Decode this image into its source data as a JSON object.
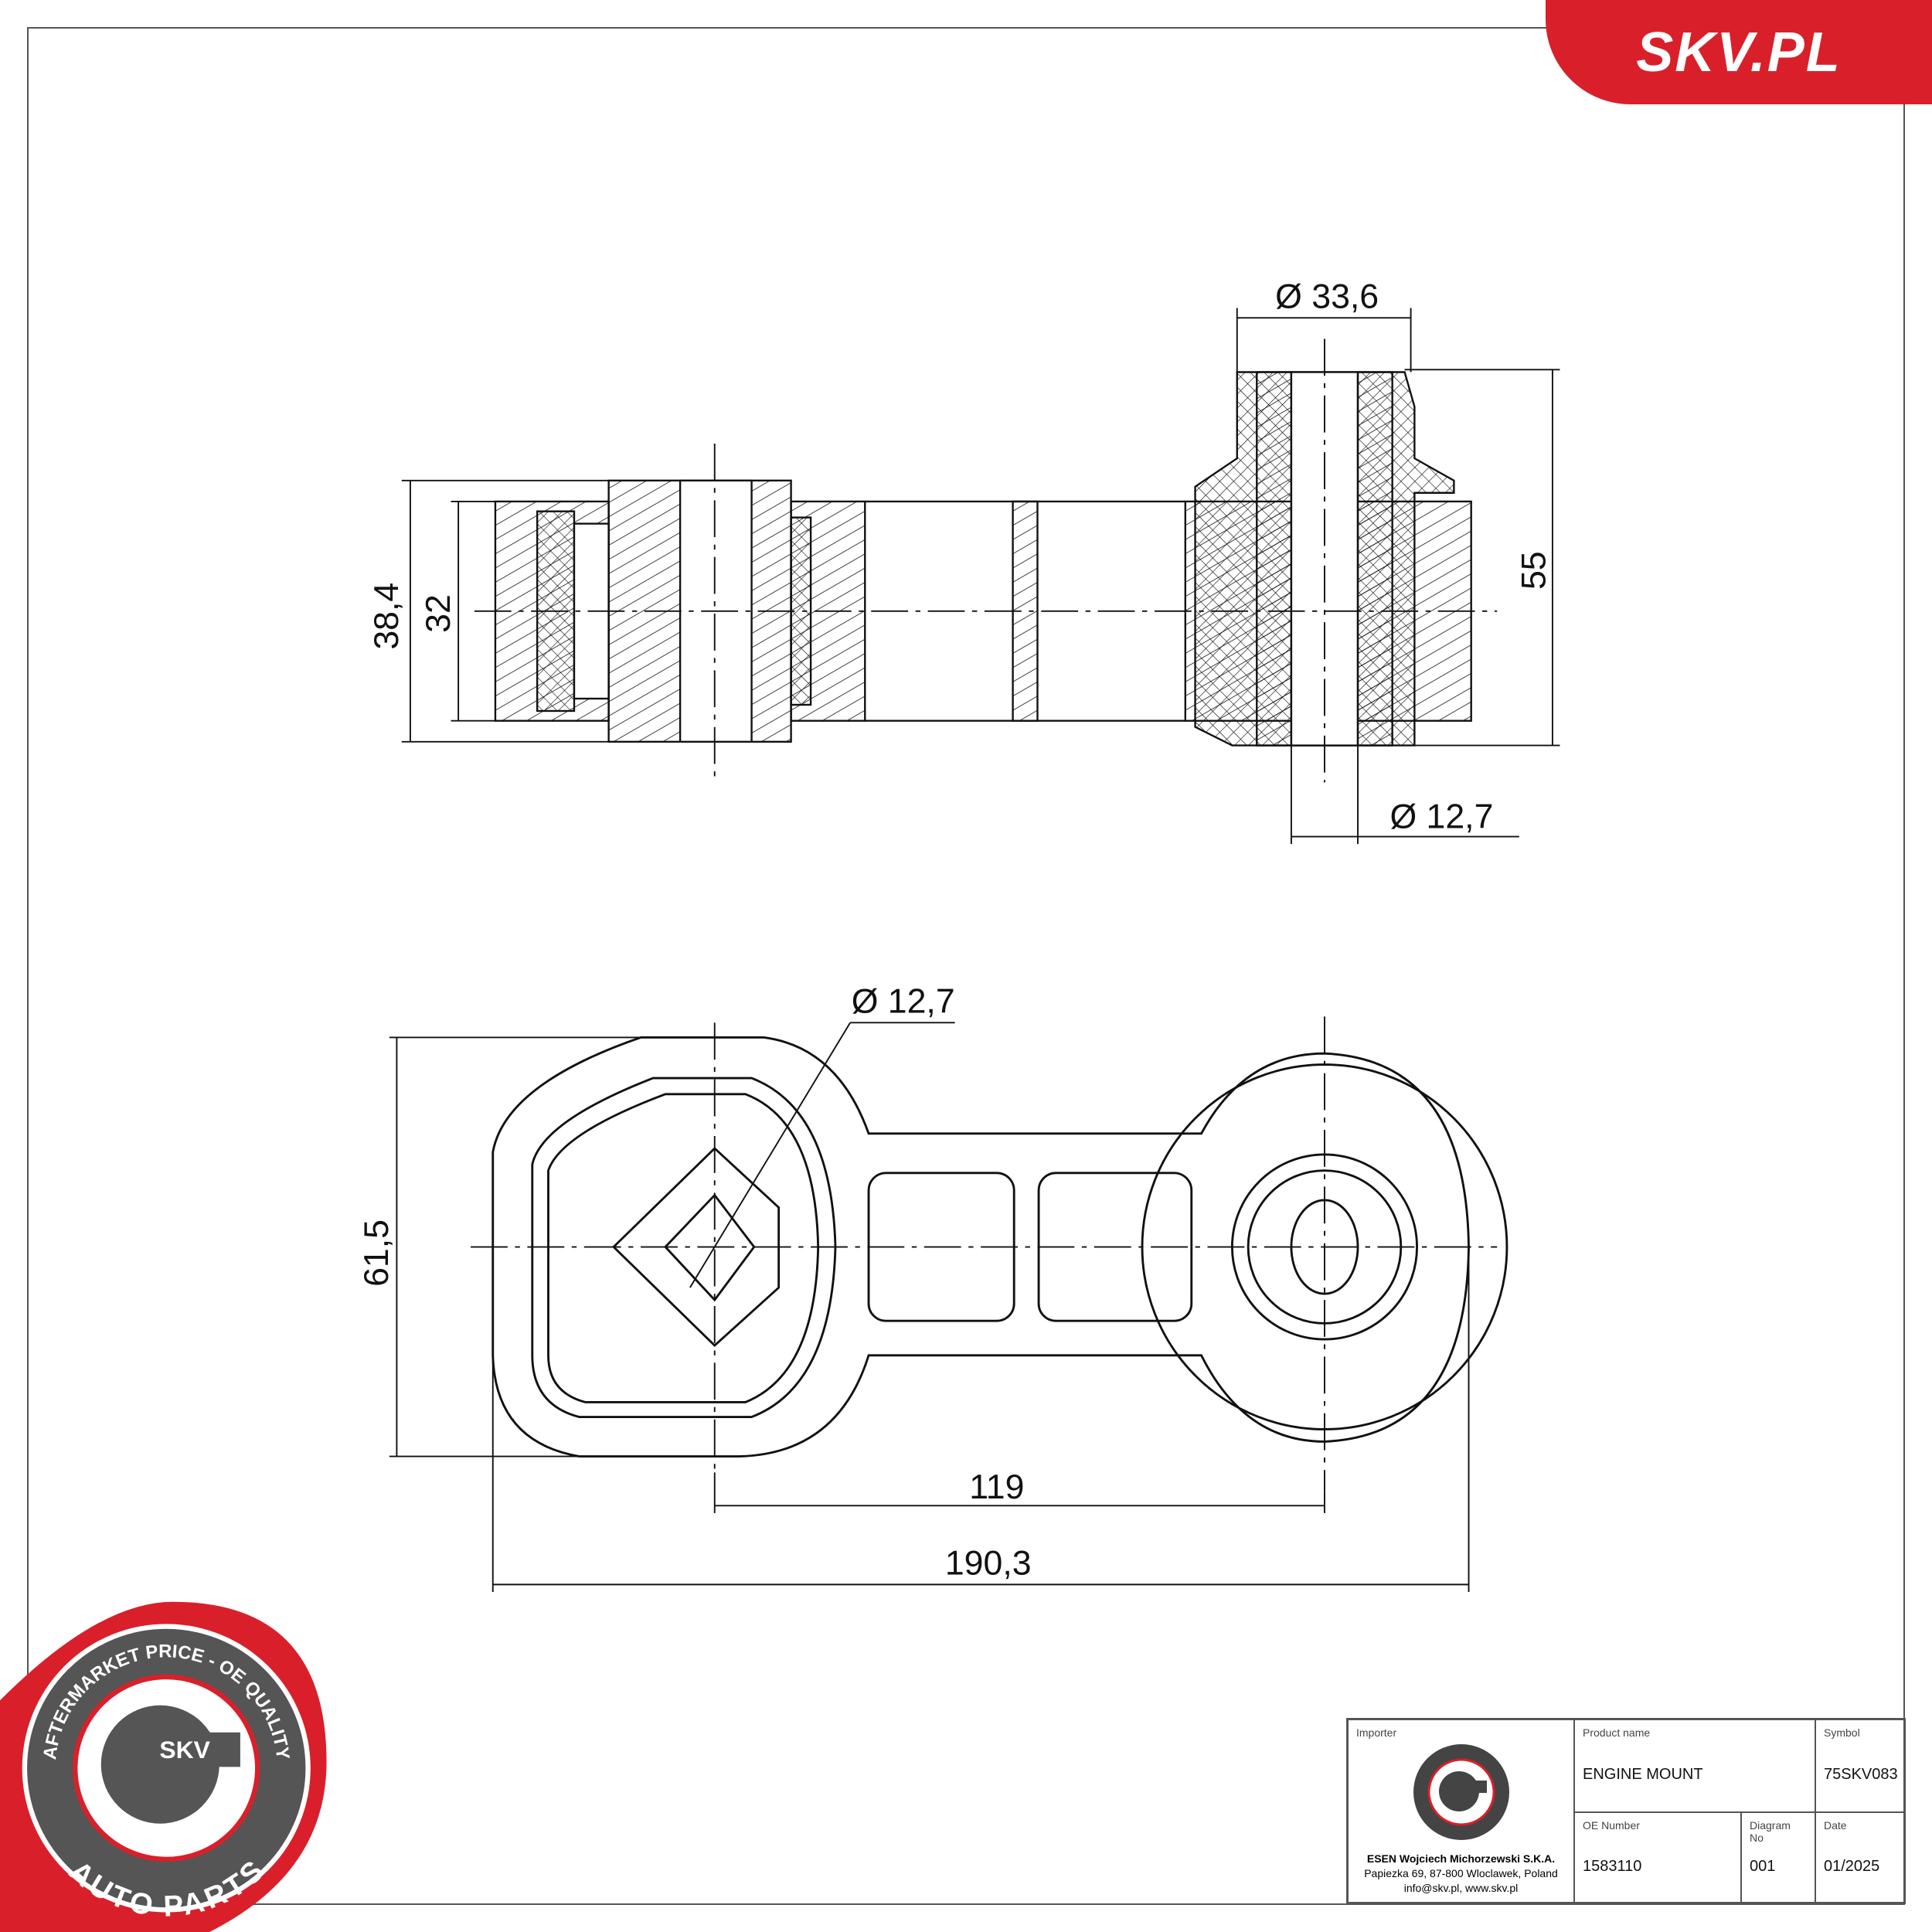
{
  "brand": {
    "logo_text": "SKV.PL"
  },
  "badge": {
    "top_text": "AFTERMARKET PRICE - OE QUALITY",
    "center_text": "SKV",
    "bottom_text": "AUTO PARTS"
  },
  "dimensions": {
    "side_view": {
      "bush_diameter": "Ø 33,6",
      "height_38": "38,4",
      "height_32": "32",
      "height_55": "55",
      "bolt_diameter": "Ø 12,7"
    },
    "top_view": {
      "hole_diameter": "Ø 12,7",
      "height": "61,5",
      "center_distance": "119",
      "overall_length": "190,3"
    }
  },
  "title_block": {
    "importer_label": "Importer",
    "company": "ESEN Wojciech Michorzewski S.K.A.",
    "address": "Papiezka 69, 87-800 Wloclawek, Poland",
    "contact": "info@skv.pl, www.skv.pl",
    "product_name_label": "Product name",
    "product_name": "ENGINE MOUNT",
    "symbol_label": "Symbol",
    "symbol": "75SKV083",
    "oe_label": "OE Number",
    "oe_number": "1583110",
    "diagram_label": "Diagram No",
    "diagram_no": "001",
    "date_label": "Date",
    "date": "01/2025"
  },
  "colors": {
    "brand_red": "#d9202a",
    "line": "#111111",
    "badge_gray": "#555555"
  }
}
